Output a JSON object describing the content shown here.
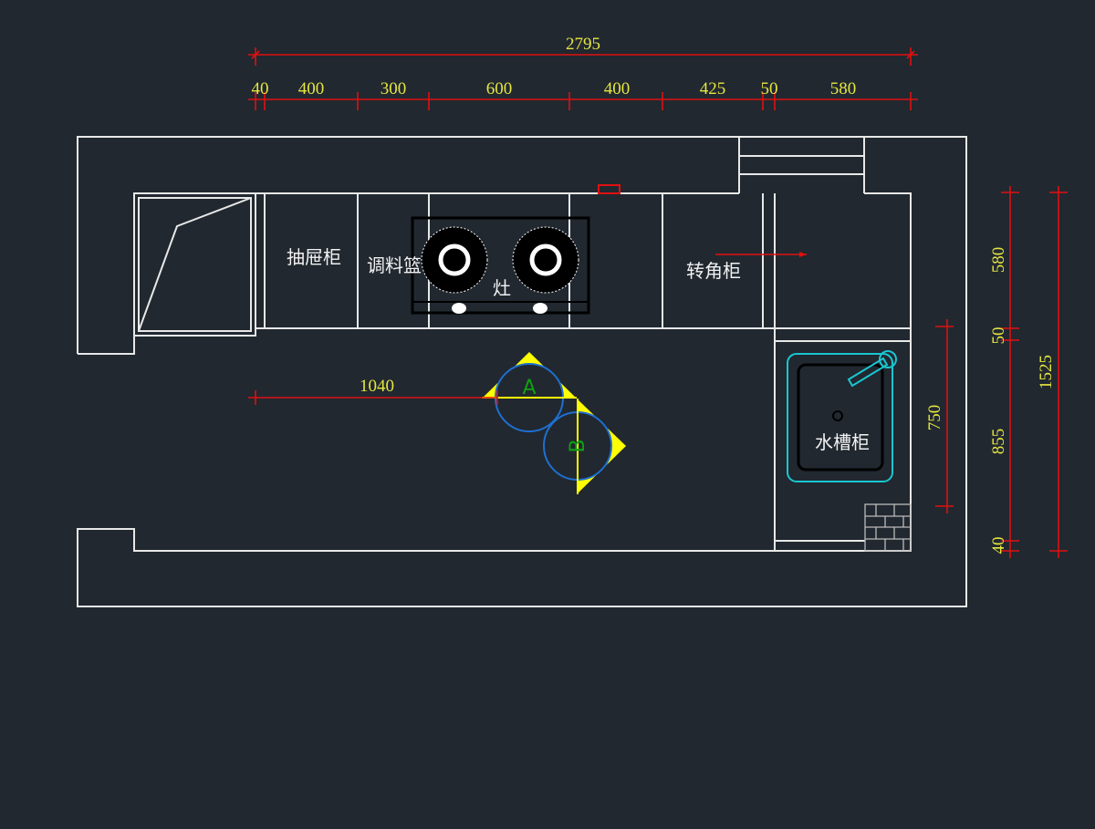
{
  "labels": {
    "drawer_cabinet": "抽屉柜",
    "spice_basket": "调料篮",
    "stove": "灶",
    "corner_cabinet": "转角柜",
    "sink_cabinet": "水槽柜",
    "zone_a": "A",
    "zone_b": "B"
  },
  "dimensions": {
    "top_total": "2795",
    "top_segments": [
      "40",
      "400",
      "300",
      "600",
      "400",
      "425",
      "50",
      "580"
    ],
    "right_segments": [
      "580",
      "50",
      "855",
      "40"
    ],
    "right_total": "1525",
    "sink_height": "750",
    "distance_to_a": "1040"
  },
  "colors": {
    "background": "#212830",
    "walls": "#e8e8e8",
    "dimension_lines": "#e01010",
    "dimension_text": "#e6e640",
    "sink": "#19c6d0",
    "zone_circles": "#1f6fd0",
    "zone_triangles": "#ffff00"
  }
}
